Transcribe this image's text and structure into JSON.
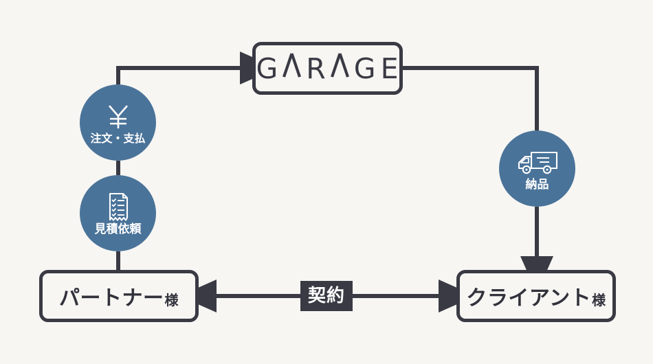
{
  "diagram": {
    "title": "GARAGE business flow diagram",
    "background_color": "#f7f6f3",
    "line_color": "#3a3a44",
    "circle_color": "#4a7399",
    "text_color": "#32323c",
    "badge_text_color": "#ffffff"
  },
  "center_node": {
    "name": "garage-logo-box",
    "label": "GARAGE",
    "letters": [
      "G",
      "A",
      "R",
      "A",
      "G",
      "E"
    ]
  },
  "entities": [
    {
      "id": "partner",
      "main": "パートナー",
      "suffix": "様",
      "full": "パートナー様"
    },
    {
      "id": "client",
      "main": "クライアント",
      "suffix": "様",
      "full": "クライアント様"
    }
  ],
  "steps": [
    {
      "id": "order",
      "label": "注文・支払",
      "icon": "yen-icon",
      "icon_glyph": "¥"
    },
    {
      "id": "quote",
      "label": "見積依頼",
      "icon": "checklist-document-icon"
    },
    {
      "id": "delivery",
      "label": "納品",
      "icon": "delivery-truck-icon"
    }
  ],
  "contract": {
    "label": "契約",
    "direction": "bidirectional"
  },
  "connectors": [
    {
      "id": "partner-to-quote",
      "from": "パートナー様",
      "to": "見積依頼",
      "arrow": "none"
    },
    {
      "id": "quote-to-order",
      "from": "見積依頼",
      "to": "注文・支払",
      "arrow": "none"
    },
    {
      "id": "order-to-garage",
      "from": "注文・支払",
      "to": "GARAGE",
      "arrow": "end"
    },
    {
      "id": "garage-to-delivery",
      "from": "GARAGE",
      "to": "納品",
      "arrow": "none"
    },
    {
      "id": "delivery-to-client",
      "from": "納品",
      "to": "クライアント様",
      "arrow": "end"
    },
    {
      "id": "partner-client-contract",
      "from": "パートナー様",
      "to": "クライアント様",
      "arrow": "both"
    }
  ]
}
